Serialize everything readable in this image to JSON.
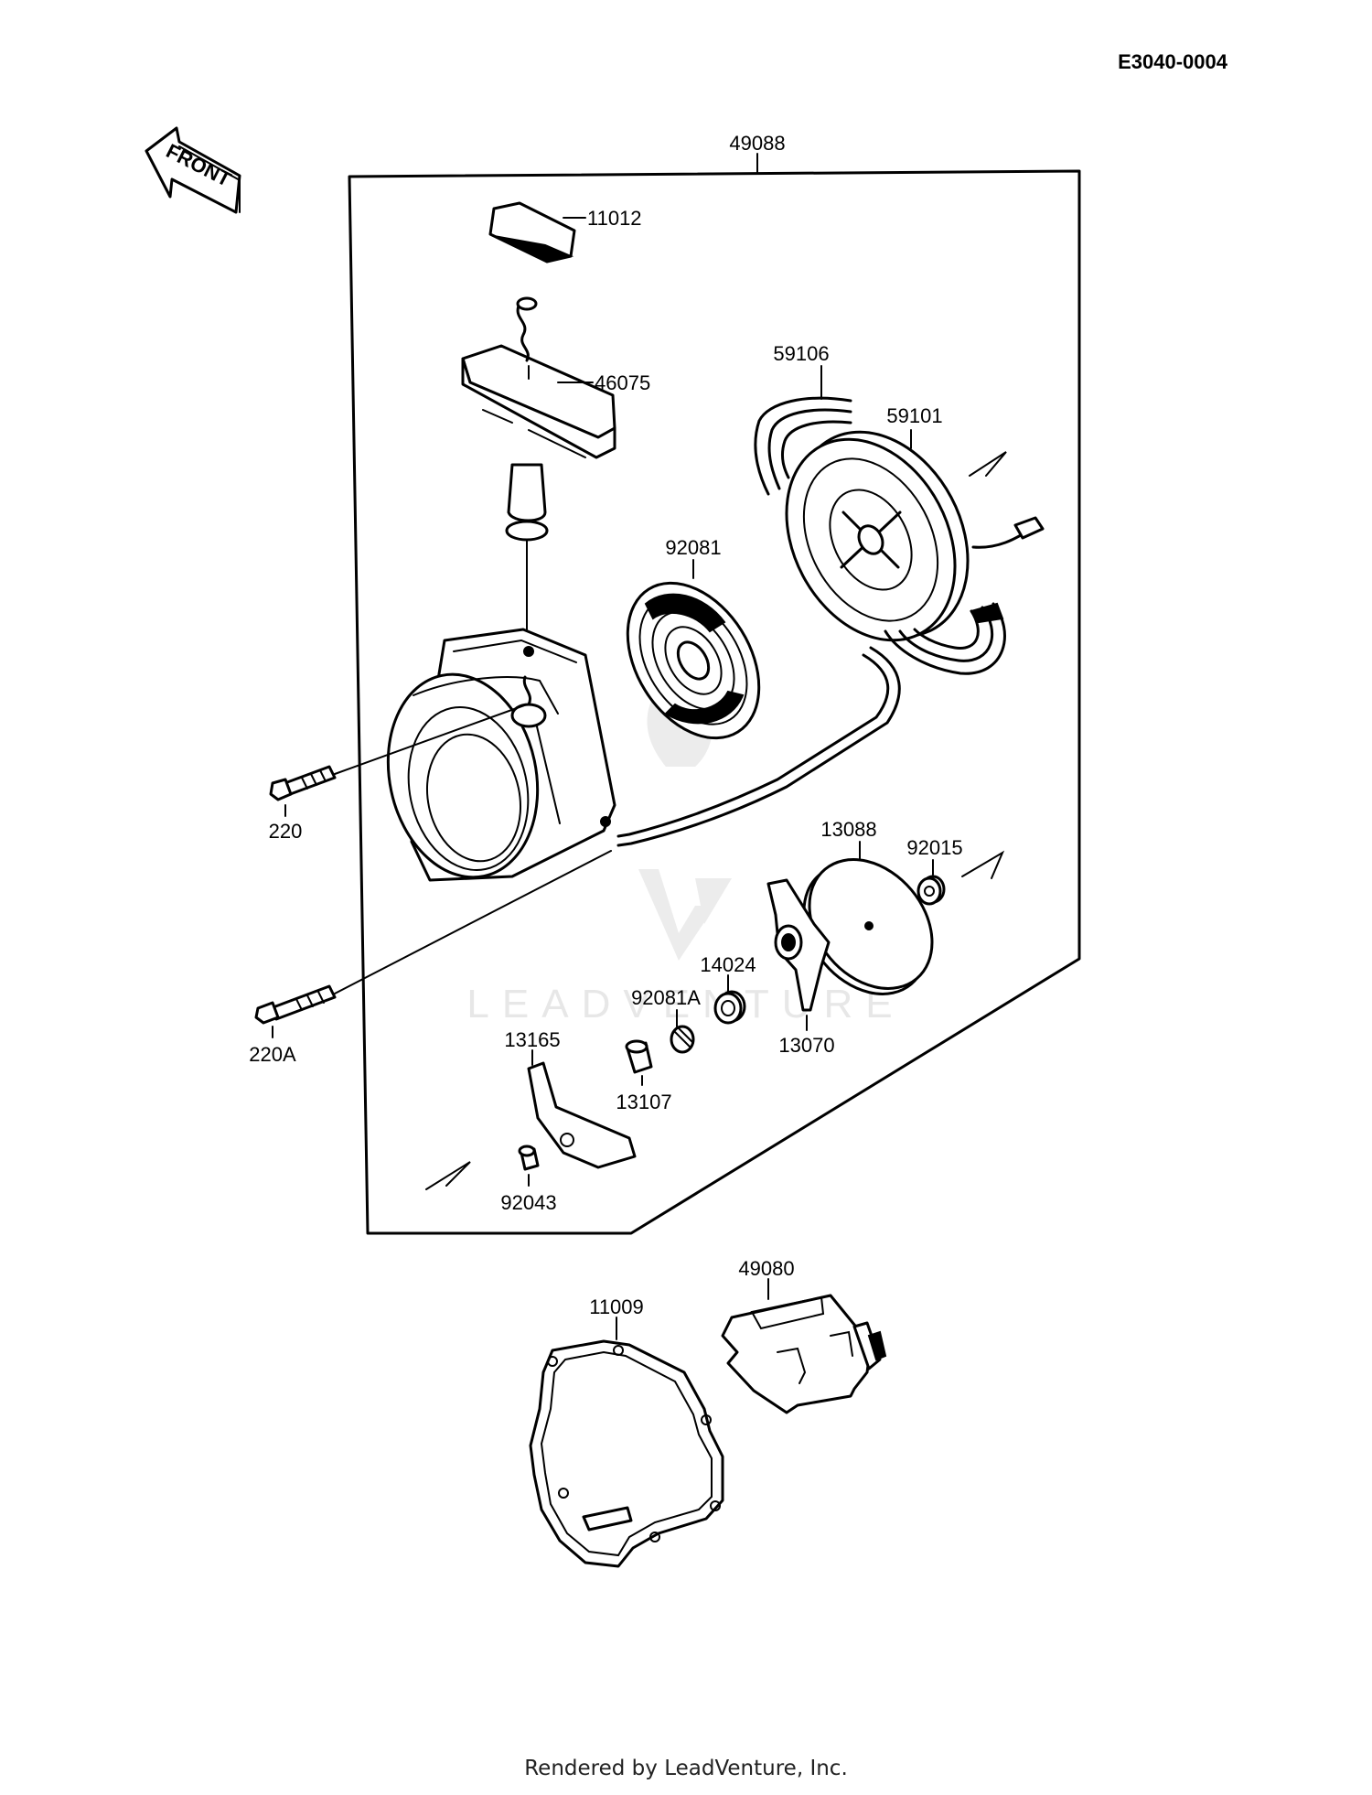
{
  "diagram_code": "E3040-0004",
  "front_label": "FRONT",
  "assembly_label": "49088",
  "watermark": "LEADVENTURE",
  "footer": "Rendered by LeadVenture, Inc.",
  "callouts": {
    "p11012": "11012",
    "p46075": "46075",
    "p59106": "59106",
    "p59101": "59101",
    "p92081": "92081",
    "p220": "220",
    "p220A": "220A",
    "p13088": "13088",
    "p92015": "92015",
    "p14024": "14024",
    "p92081A": "92081A",
    "p13165": "13165",
    "p13070": "13070",
    "p13107": "13107",
    "p92043": "92043",
    "p49080": "49080",
    "p11009": "11009"
  },
  "colors": {
    "ink": "#000000",
    "paper": "#ffffff",
    "watermark": "#e7e7e7"
  }
}
